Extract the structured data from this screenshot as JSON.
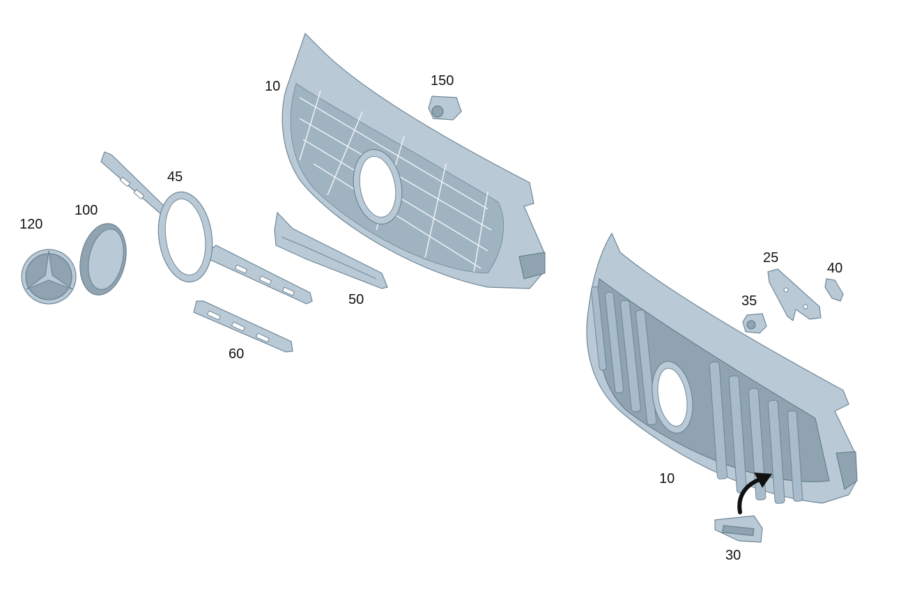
{
  "callouts": {
    "c10a": "10",
    "c150": "150",
    "c45": "45",
    "c100": "100",
    "c120": "120",
    "c50": "50",
    "c60": "60",
    "c25": "25",
    "c40": "40",
    "c35": "35",
    "c10b": "10",
    "c30": "30"
  },
  "colors": {
    "part_fill": "#b9cad6",
    "part_outline": "#6f8696",
    "arrow": "#111111"
  }
}
